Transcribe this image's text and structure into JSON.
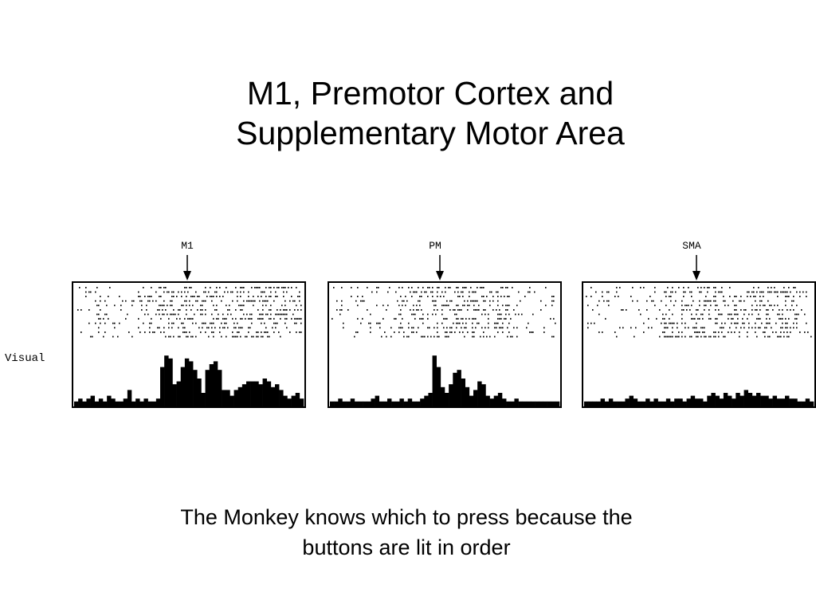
{
  "slide": {
    "title_line1": "M1, Premotor Cortex and",
    "title_line2": "Supplementary Motor Area",
    "caption_line1": "The Monkey knows which to press because the",
    "caption_line2": "buttons are lit in order"
  },
  "figure": {
    "row_label": "Visual",
    "panels": [
      {
        "label": "M1",
        "histogram": [
          2,
          3,
          2,
          3,
          4,
          2,
          3,
          2,
          4,
          3,
          2,
          2,
          3,
          6,
          2,
          3,
          2,
          3,
          2,
          2,
          3,
          14,
          18,
          17,
          8,
          9,
          14,
          17,
          16,
          13,
          10,
          5,
          13,
          15,
          16,
          13,
          6,
          6,
          4,
          6,
          7,
          8,
          9,
          9,
          9,
          8,
          10,
          9,
          7,
          8,
          6,
          4,
          3,
          4,
          5,
          3
        ]
      },
      {
        "label": "PM",
        "histogram": [
          2,
          2,
          3,
          2,
          2,
          3,
          2,
          2,
          2,
          2,
          3,
          4,
          2,
          2,
          3,
          2,
          2,
          3,
          2,
          3,
          2,
          2,
          3,
          4,
          5,
          18,
          14,
          7,
          5,
          8,
          12,
          13,
          10,
          7,
          4,
          6,
          9,
          8,
          4,
          3,
          4,
          5,
          3,
          2,
          2,
          3,
          2,
          2,
          2,
          2,
          2,
          2,
          2,
          2,
          2,
          2
        ]
      },
      {
        "label": "SMA",
        "histogram": [
          2,
          2,
          2,
          2,
          3,
          2,
          3,
          2,
          2,
          2,
          3,
          4,
          3,
          2,
          2,
          3,
          2,
          3,
          2,
          2,
          3,
          2,
          3,
          3,
          2,
          3,
          4,
          3,
          3,
          2,
          4,
          5,
          4,
          3,
          5,
          4,
          3,
          5,
          4,
          6,
          5,
          4,
          5,
          4,
          4,
          3,
          4,
          3,
          3,
          4,
          3,
          3,
          2,
          2,
          3,
          2
        ]
      }
    ]
  }
}
